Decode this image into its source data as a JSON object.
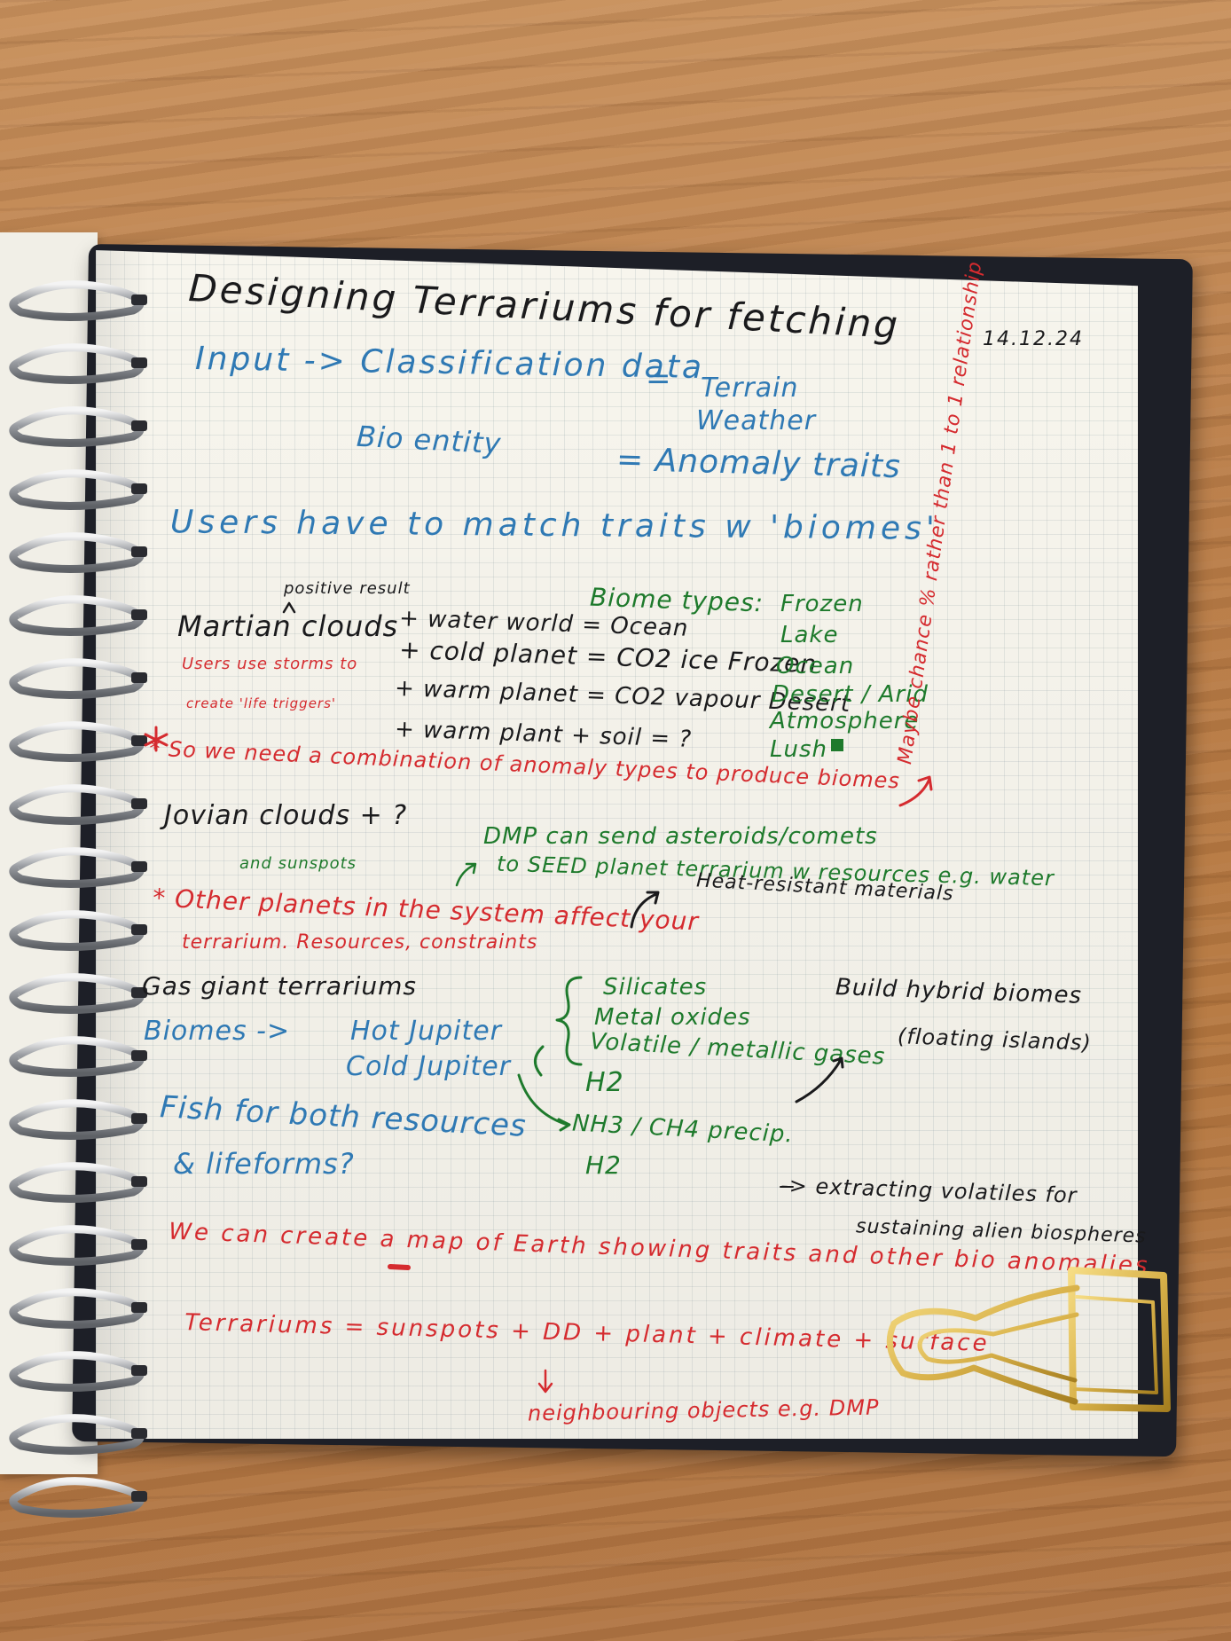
{
  "notebook": {
    "title": "Designing Terrariums for fetching",
    "date": "14.12.24",
    "lines": {
      "input": "Input -> Classification data",
      "equals_1": "=",
      "terrain": "Terrain",
      "weather": "Weather",
      "bio_entity": "Bio entity",
      "anomaly": "= Anomaly traits",
      "users_match": "Users have to match traits w 'biomes'",
      "positive_result": "positive result",
      "martian": "Martian clouds",
      "ocean_eq": "+ water world = Ocean",
      "co2_ice": "+ cold planet = CO2 ice Frozen",
      "co2_vapour": "+ warm planet = CO2 vapour Desert",
      "soil": "+ warm plant + soil = ?",
      "users_use_1": "Users use storms to",
      "users_use_2": "create 'life triggers'",
      "biome_types": "Biome types:",
      "biome_list": [
        "Frozen",
        "Lake",
        "Ocean",
        "Desert / Arid",
        "Atmosphere",
        "Lush"
      ],
      "maybe_chance": "Maybe chance % rather than 1 to 1 relationship",
      "combination": "* So we need a combination of anomaly types to produce biomes",
      "jovian": "Jovian clouds + ?",
      "sunspots": "and sunspots",
      "dmp_1": "DMP can send asteroids/comets",
      "dmp_2": "to SEED planet terrarium w resources e.g. water",
      "heat_resistant": "Heat-resistant materials",
      "other_planets_1": "* Other planets in the system affect your",
      "other_planets_2": "terrarium. Resources, constraints",
      "gas_giant": "Gas giant terrariums",
      "biomes_arrow": "Biomes ->",
      "hot_jupiter": "Hot Jupiter",
      "cold_jupiter": "Cold Jupiter",
      "silicates": "Silicates",
      "metal_oxides": "Metal oxides",
      "volatile": "Volatile / metallic gases",
      "h2_a": "H2",
      "nh3": "NH3 / CH4 precip.",
      "h2_b": "H2",
      "build_hybrid": "Build hybrid biomes",
      "floating_islands": "(floating islands)",
      "fish_1": "Fish for both resources",
      "fish_2": "& lifeforms?",
      "extracting_1": "-> extracting volatiles for",
      "extracting_2": "sustaining alien biospheres",
      "map_line": "We can create a map of Earth showing traits and other bio anomalies",
      "terrariums_eq": "Terrariums = sunspots + DD + plant + climate + surface",
      "neighbouring": "neighbouring objects e.g. DMP"
    }
  },
  "colors": {
    "black_ink": "#1a1a1c",
    "blue_ink": "#2f79b4",
    "green_ink": "#1e7a2c",
    "red_ink": "#d52b2f",
    "paper": "#f7f5ed",
    "wood": "#b97c47",
    "cover": "#1d1f27",
    "gold_clip": "#d9b24a"
  },
  "icons": [
    "spiral-binding",
    "binder-clip"
  ]
}
